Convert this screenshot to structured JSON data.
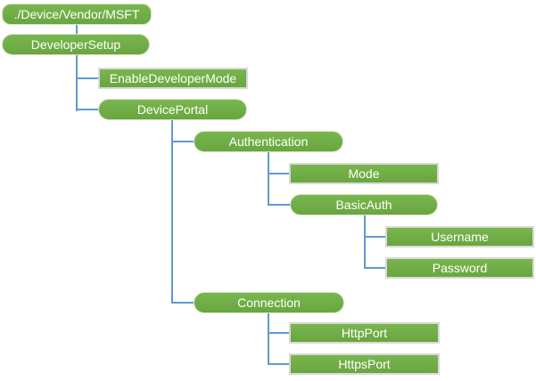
{
  "diagram": {
    "type": "tree",
    "description": "Configuration service provider node tree",
    "background": "#FFFFFF",
    "colors": {
      "node_fill": "#70AD47",
      "node_text": "#FFFFFF",
      "connector": "#5B9BD5",
      "leaf_border": "#D9D9D9"
    },
    "nodes": [
      {
        "label": "./Device/Vendor/MSFT",
        "shape": "rounded-rect",
        "parent": null
      },
      {
        "label": "DeveloperSetup",
        "shape": "pill",
        "parent": "./Device/Vendor/MSFT"
      },
      {
        "label": "EnableDeveloperMode",
        "shape": "rect",
        "parent": "DeveloperSetup"
      },
      {
        "label": "DevicePortal",
        "shape": "pill",
        "parent": "DeveloperSetup"
      },
      {
        "label": "Authentication",
        "shape": "pill",
        "parent": "DevicePortal"
      },
      {
        "label": "Mode",
        "shape": "rect",
        "parent": "Authentication"
      },
      {
        "label": "BasicAuth",
        "shape": "pill",
        "parent": "Authentication"
      },
      {
        "label": "Username",
        "shape": "rect",
        "parent": "BasicAuth"
      },
      {
        "label": "Password",
        "shape": "rect",
        "parent": "BasicAuth"
      },
      {
        "label": "Connection",
        "shape": "pill",
        "parent": "DevicePortal"
      },
      {
        "label": "HttpPort",
        "shape": "rect",
        "parent": "Connection"
      },
      {
        "label": "HttpsPort",
        "shape": "rect",
        "parent": "Connection"
      }
    ]
  }
}
